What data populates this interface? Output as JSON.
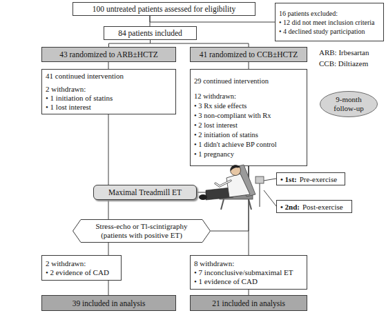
{
  "diagram": {
    "nodes": [
      {
        "text": [
          "100 untreated patients assessed for eligibility"
        ]
      },
      {
        "text": [
          "16 patients excluded:",
          "• 12 did not meet inclusion criteria",
          "• 4 declined study participation"
        ]
      },
      {
        "text": [
          "84 patients included"
        ]
      },
      {
        "text": [
          "43 randomized to ARB±HCTZ"
        ]
      },
      {
        "text": [
          "41 randomized to CCB±HCTZ"
        ]
      },
      {
        "text": [
          "41 continued intervention",
          "2 withdrawn:",
          "• 1 initiation of statins",
          "• 1 lost interest"
        ]
      },
      {
        "text": [
          "29 continued intervention",
          "12 withdrawn:",
          "• 3 Rx side effects",
          "• 3 non-compliant with Rx",
          "• 2 lost interest",
          "• 2 initiation of statins",
          "• 1 didn't achieve BP control",
          "• 1 pregnancy"
        ]
      },
      {
        "text": [
          "9-month follow-up"
        ]
      },
      {
        "text": [
          "Maximal Treadmill ET"
        ]
      },
      {
        "text": [
          "• 1st:",
          "Pre-exercise"
        ]
      },
      {
        "text": [
          "• 2nd:",
          "Post-exercise"
        ]
      },
      {
        "text": [
          "Stress-echo or Tl-scintigraphy",
          "(patients with positive ET)"
        ]
      },
      {
        "text": [
          "2 withdrawn:",
          "• 2 evidence of CAD"
        ]
      },
      {
        "text": [
          "8 withdrawn:",
          "• 7 inconclusive/submaximal ET",
          "• 1 evidence of CAD"
        ]
      },
      {
        "text": [
          "39 included in analysis"
        ]
      },
      {
        "text": [
          "21 included in analysis"
        ]
      }
    ],
    "edges": [
      {
        "from": 0,
        "to": 2,
        "arrow": "none"
      },
      {
        "from": 0,
        "to": 1,
        "arrow": "none"
      },
      {
        "from": 2,
        "to": 3,
        "arrow": "none"
      },
      {
        "from": 2,
        "to": 4,
        "arrow": "none"
      },
      {
        "from": 3,
        "to": 5,
        "arrow": "none"
      },
      {
        "from": 4,
        "to": 6,
        "arrow": "none"
      },
      {
        "from": 5,
        "to": 8,
        "arrow": "none"
      },
      {
        "from": 8,
        "to": 11,
        "arrow": "none"
      },
      {
        "from": 11,
        "to": 12,
        "arrow": "none"
      },
      {
        "from": 6,
        "to": 8,
        "arrow": "none"
      },
      {
        "from": 6,
        "to": 11,
        "arrow": "none"
      },
      {
        "from": 6,
        "to": 13,
        "arrow": "none"
      },
      {
        "from": 12,
        "to": 14,
        "arrow": "none"
      },
      {
        "from": 13,
        "to": 15,
        "arrow": "none"
      }
    ],
    "labels": [
      "ARB: Irbesartan",
      "CCB: Diltiazem"
    ]
  }
}
